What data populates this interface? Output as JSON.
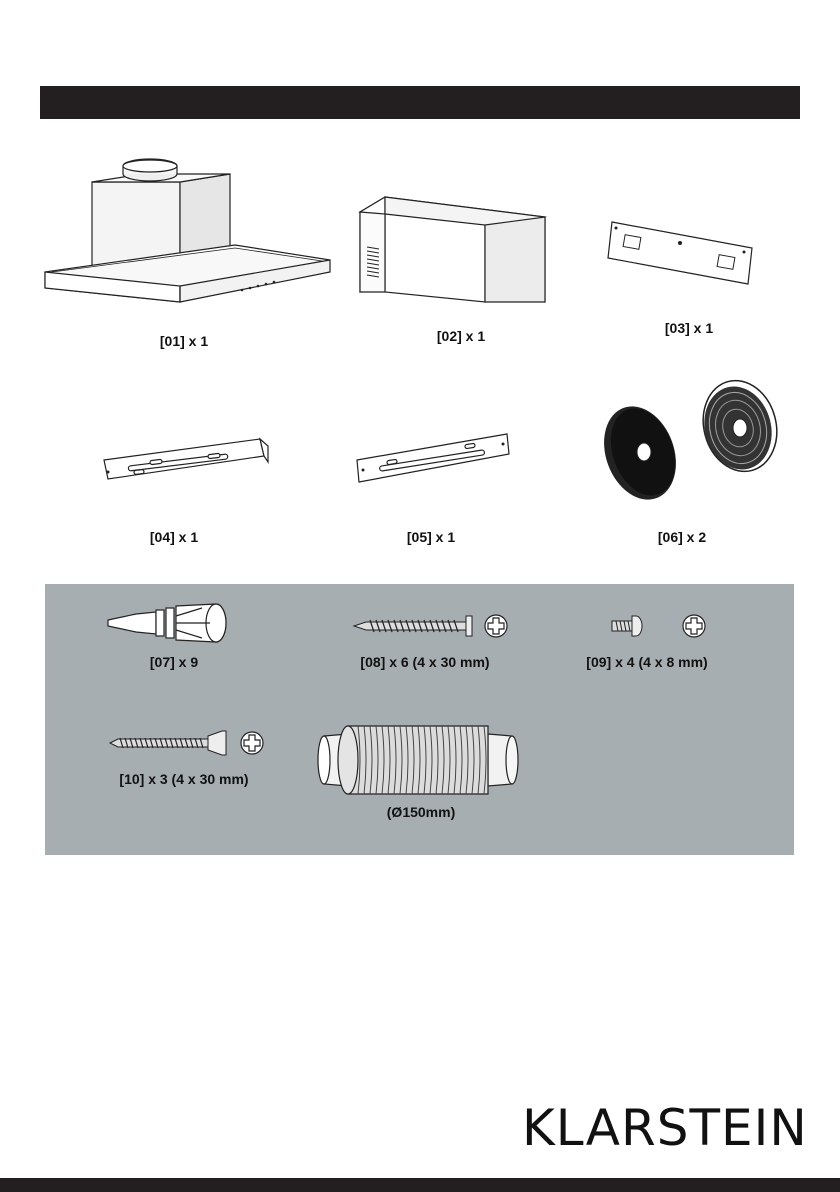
{
  "parts": [
    {
      "id": "01",
      "label": "[01] x 1"
    },
    {
      "id": "02",
      "label": "[02] x 1"
    },
    {
      "id": "03",
      "label": "[03] x 1"
    },
    {
      "id": "04",
      "label": "[04] x 1"
    },
    {
      "id": "05",
      "label": "[05] x 1"
    },
    {
      "id": "06",
      "label": "[06] x 2"
    }
  ],
  "hardware": [
    {
      "id": "07",
      "label": "[07] x 9"
    },
    {
      "id": "08",
      "label": "[08] x 6 (4 x 30 mm)"
    },
    {
      "id": "09",
      "label": "[09] x 4 (4 x 8 mm)"
    },
    {
      "id": "10",
      "label": "[10] x 3 (4 x 30 mm)"
    },
    {
      "id": "hose",
      "label": "(Ø150mm)"
    }
  ],
  "brand": "KLARSTEIN",
  "colors": {
    "bar": "#231f20",
    "panel": "#a7aeb1"
  }
}
